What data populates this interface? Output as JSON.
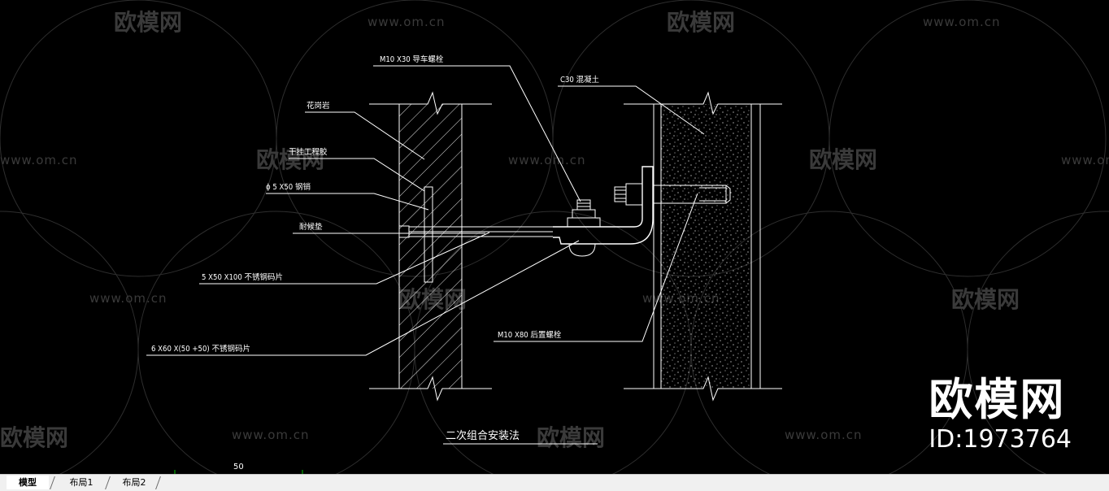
{
  "drawing": {
    "labels": {
      "bolt_top": "M10 X30 导车螺栓",
      "stone": "花岗岩",
      "concrete": "C30 混凝土",
      "glue": "干挂工程胶",
      "pin": "ϕ  5 X50 钢销",
      "gasket": "耐候垫",
      "plate1": "5 X50 X100 不锈钢码片",
      "plate2": "6 X60 X(50 +50) 不锈钢码片",
      "anchor": "M10 X80 后置螺栓",
      "caption": "二次组合安装法"
    },
    "scale_text": "50"
  },
  "watermark": {
    "brand": "欧模网",
    "url": "www.om.cn"
  },
  "brand_overlay": {
    "name": "欧模网",
    "id": "ID:1973764"
  },
  "tabs": [
    {
      "label": "模型",
      "active": true
    },
    {
      "label": "布局1",
      "active": false
    },
    {
      "label": "布局2",
      "active": false
    }
  ],
  "colors": {
    "background": "#000000",
    "lines": "#ffffff",
    "watermark": "#3a3a3a",
    "tabbar": "#f0f0f0"
  }
}
